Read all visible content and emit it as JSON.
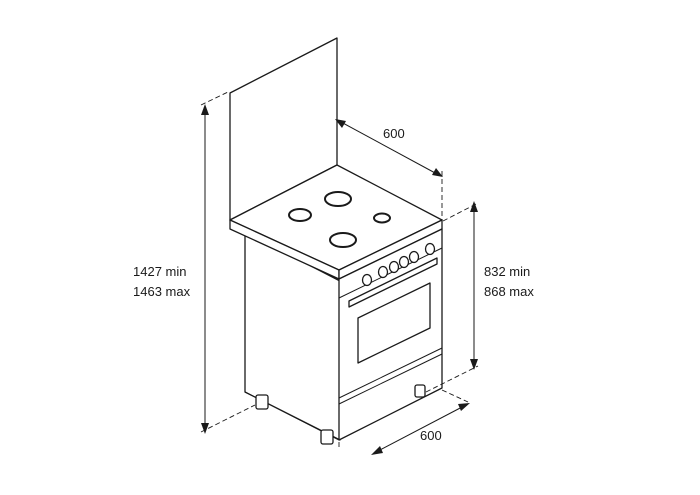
{
  "labels": {
    "total_height_min": "1427 min",
    "total_height_max": "1463 max",
    "hob_height_min": "832 min",
    "hob_height_max": "868 max",
    "depth": "600",
    "width": "600"
  },
  "colors": {
    "ink": "#1a1a1a",
    "background": "#ffffff"
  }
}
